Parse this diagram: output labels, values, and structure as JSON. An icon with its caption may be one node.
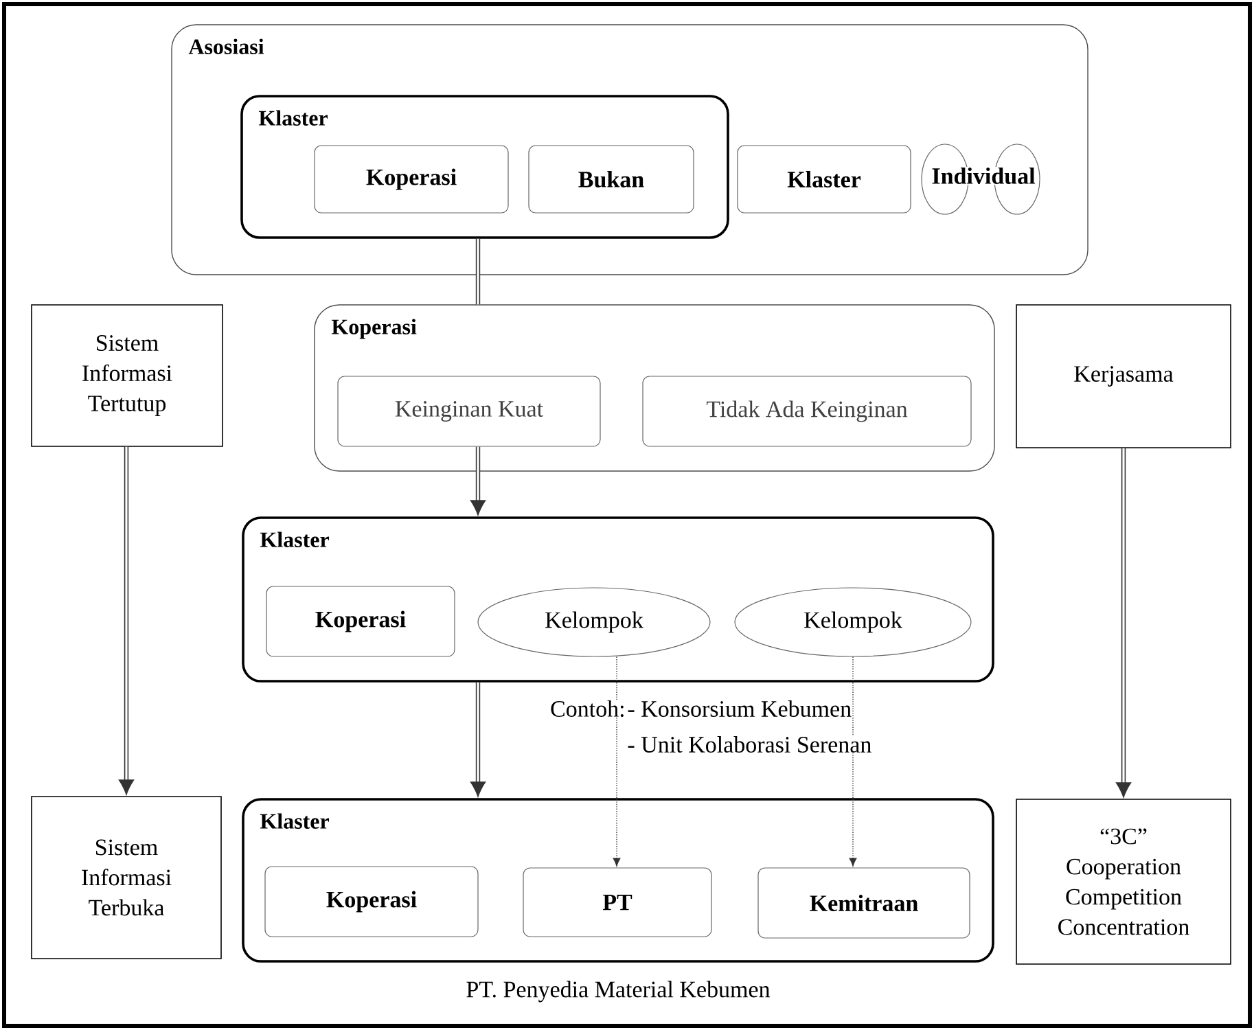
{
  "diagram": {
    "nodes": [
      {
        "text": [
          "Asosiasi"
        ]
      },
      {
        "text": [
          "Klaster"
        ],
        "in": 0
      },
      {
        "text": [
          "Koperasi"
        ],
        "in": 1
      },
      {
        "text": [
          "Bukan"
        ],
        "in": 1
      },
      {
        "text": [
          "Klaster"
        ],
        "in": 0
      },
      {
        "text": [],
        "shape": "circle",
        "in": 0
      },
      {
        "text": [],
        "shape": "circle",
        "in": 0
      },
      {
        "text": [
          "Sistem Informasi Tertutup"
        ]
      },
      {
        "text": [
          "Koperasi"
        ]
      },
      {
        "text": [
          "Keinginan Kuat"
        ],
        "in": 8
      },
      {
        "text": [
          "Tidak Ada Keinginan"
        ],
        "in": 8
      },
      {
        "text": [
          "Kerjasama"
        ]
      },
      {
        "text": [
          "Klaster"
        ]
      },
      {
        "text": [
          "Koperasi"
        ],
        "in": 12
      },
      {
        "text": [
          "Kelompok"
        ],
        "in": 12
      },
      {
        "text": [
          "Kelompok"
        ],
        "in": 12
      },
      {
        "text": [
          "Sistem Informasi Terbuka"
        ]
      },
      {
        "text": [
          "Klaster"
        ],
        "beside": [
          "PT. Penyedia Material Kebumen"
        ]
      },
      {
        "text": [
          "Koperasi"
        ],
        "in": 17
      },
      {
        "text": [
          "PT"
        ],
        "in": 17
      },
      {
        "text": [
          "Kemitraan"
        ],
        "in": 17
      },
      {
        "text": [
          "“3C”",
          "Cooperation Competition Concentration"
        ]
      }
    ],
    "edges": [
      {
        "from": 1,
        "to": 8,
        "arrow": "none"
      },
      {
        "from": 9,
        "to": 12,
        "arrow": "to"
      },
      {
        "from": 12,
        "to": 17,
        "arrow": "to"
      },
      {
        "from": 14,
        "to": 19,
        "arrow": "to",
        "style": "dashed"
      },
      {
        "from": 15,
        "to": 20,
        "arrow": "to",
        "style": "dashed"
      },
      {
        "from": 7,
        "to": 16,
        "arrow": "to"
      },
      {
        "from": 11,
        "to": 21,
        "arrow": "to"
      }
    ],
    "labels": [
      "Individual",
      "Contoh:",
      "- Konsorsium Kebumen",
      "- Unit Kolaborasi Serenan"
    ]
  }
}
